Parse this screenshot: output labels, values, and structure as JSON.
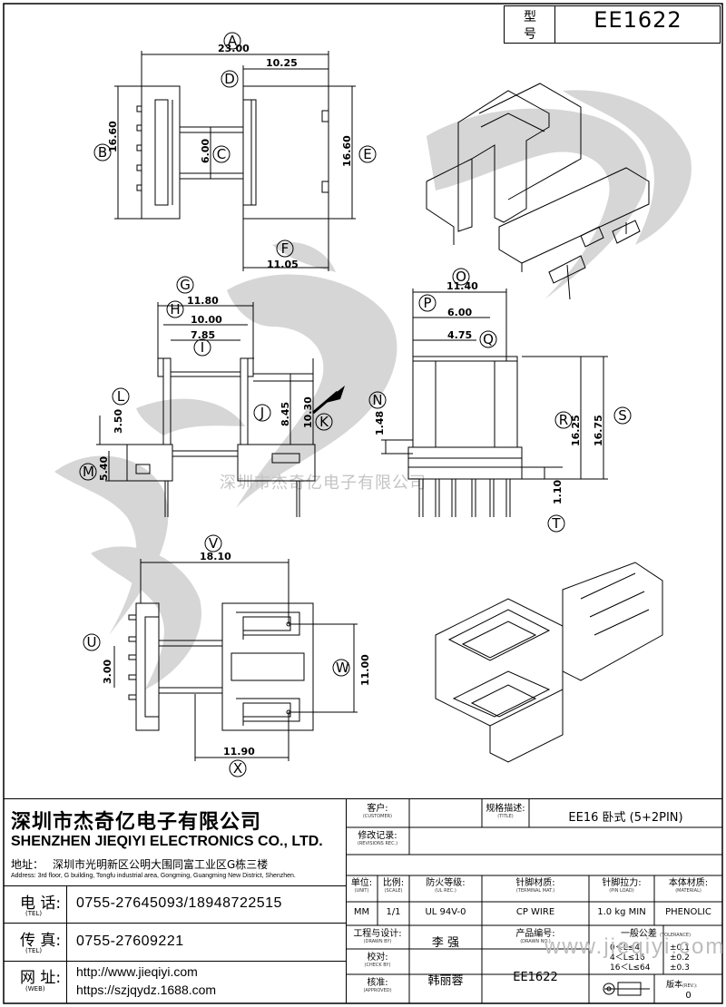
{
  "model": {
    "label_top": "型",
    "label_bottom": "号",
    "value": "EE1622"
  },
  "dimensions": {
    "A": "23.00",
    "D": "10.25",
    "B": "16.60",
    "C": "6.00",
    "E": "16.60",
    "F": "11.05",
    "G": "11.80",
    "H": "10.00",
    "I": "7.85",
    "J": "8.45",
    "K": "10.30",
    "L": "3.50",
    "M": "5.40",
    "O": "11.40",
    "P": "6.00",
    "Q": "4.75",
    "N": "1.48",
    "R": "16.25",
    "S": "16.75",
    "T": "1.10",
    "V": "18.10",
    "U": "3.00",
    "W": "11.00",
    "X": "11.90"
  },
  "letters": [
    "A",
    "B",
    "C",
    "D",
    "E",
    "F",
    "G",
    "H",
    "I",
    "J",
    "K",
    "L",
    "M",
    "N",
    "O",
    "P",
    "Q",
    "R",
    "S",
    "T",
    "U",
    "V",
    "W",
    "X"
  ],
  "watermark_text": "深圳市杰奇亿电子有限公司",
  "watermark_web": "www.jieqiyi.com",
  "company": {
    "name_cn": "深圳市杰奇亿电子有限公司",
    "name_en": "SHENZHEN JIEQIYI ELECTRONICS CO., LTD.",
    "address_label": "地址：",
    "address_cn": "深圳市光明新区公明大围同富工业区G栋三楼",
    "address_en": "Address: 3rd floor, G building, Tongfu industrial area, Gongming, Guangming New District, Shenzhen.",
    "tel_label": "电 话:",
    "tel_label_en": "(TEL)",
    "tel_value": "0755-27645093/18948722515",
    "fax_label": "传 真:",
    "fax_label_en": "(TEL)",
    "fax_value": "0755-27609221",
    "web_label": "网 址:",
    "web_label_en": "(WEB)",
    "web_value_1": "http://www.jieqiyi.com",
    "web_value_2": "https://szjqydz.1688.com"
  },
  "title_block": {
    "customer_cn": "客户:",
    "customer_en": "(CUSTOMER)",
    "customer_value": "",
    "title_cn": "规格描述:",
    "title_en": "(TITLE)",
    "title_value": "EE16 卧式 (5+2PIN)",
    "revisions_cn": "修改记录:",
    "revisions_en": "(REVISIONS REC.)",
    "unit_cn": "单位:",
    "unit_en": "(UNIT)",
    "unit_value": "MM",
    "scale_cn": "比例:",
    "scale_en": "(SCALE)",
    "scale_value": "1/1",
    "ulrec_cn": "防火等级:",
    "ulrec_en": "(UL REC.)",
    "ulrec_value": "UL 94V-0",
    "terminal_cn": "针脚材质:",
    "terminal_en": "(TERMINAL MAT.)",
    "terminal_value": "CP WIRE",
    "pinload_cn": "针脚拉力:",
    "pinload_en": "(PIN LOAD)",
    "pinload_value": "1.0 kg MIN",
    "material_cn": "本体材质:",
    "material_en": "(MATERIAL)",
    "material_value": "PHENOLIC",
    "drawn_cn": "工程与设计:",
    "drawn_en": "(DRAWN BY)",
    "drawn_value": "李 强",
    "check_cn": "校对:",
    "check_en": "(CHECK BY)",
    "approved_cn": "核准:",
    "approved_en": "(APPROVED)",
    "approved_value": "韩丽蓉",
    "drawingno_cn": "产品编号:",
    "drawingno_en": "(DRAWN NO.)",
    "drawingno_value": "EE1622",
    "tolerance_cn": "一般公差",
    "tolerance_en": "(TOLERANCE)",
    "tol_rows": [
      {
        "range": "0＜L≤4",
        "value": "±0.1"
      },
      {
        "range": "4＜L≤16",
        "value": "±0.2"
      },
      {
        "range": "16＜L≤64",
        "value": "±0.3"
      }
    ],
    "rev_cn": "版本",
    "rev_en": "(REV.):",
    "rev_value": "0"
  },
  "colors": {
    "line": "#000000",
    "watermark": "#c8c8c8"
  }
}
